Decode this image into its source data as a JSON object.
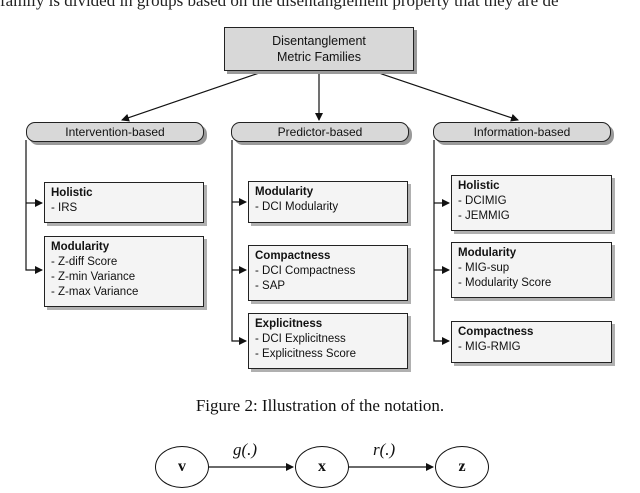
{
  "intro_text": "family is divided in groups based on the disentanglement property that they are de",
  "root": {
    "line1": "Disentanglement",
    "line2": "Metric Families"
  },
  "families": [
    {
      "label": "Intervention-based",
      "groups": [
        {
          "heading": "Holistic",
          "items": [
            "- IRS"
          ]
        },
        {
          "heading": "Modularity",
          "items": [
            "- Z-diff Score",
            "- Z-min Variance",
            "- Z-max Variance"
          ]
        }
      ]
    },
    {
      "label": "Predictor-based",
      "groups": [
        {
          "heading": "Modularity",
          "items": [
            "- DCI Modularity"
          ]
        },
        {
          "heading": "Compactness",
          "items": [
            "- DCI Compactness",
            "- SAP"
          ]
        },
        {
          "heading": "Explicitness",
          "items": [
            "- DCI Explicitness",
            "- Explicitness Score"
          ]
        }
      ]
    },
    {
      "label": "Information-based",
      "groups": [
        {
          "heading": "Holistic",
          "items": [
            "- DCIMIG",
            "- JEMMIG"
          ]
        },
        {
          "heading": "Modularity",
          "items": [
            "- MIG-sup",
            "- Modularity Score"
          ]
        },
        {
          "heading": "Compactness",
          "items": [
            "- MIG-RMIG"
          ]
        }
      ]
    }
  ],
  "caption": "Figure 2: Illustration of the notation.",
  "notation": {
    "nodes": [
      "v",
      "x",
      "z"
    ],
    "edges": [
      "g(.)",
      "r(.)"
    ]
  }
}
